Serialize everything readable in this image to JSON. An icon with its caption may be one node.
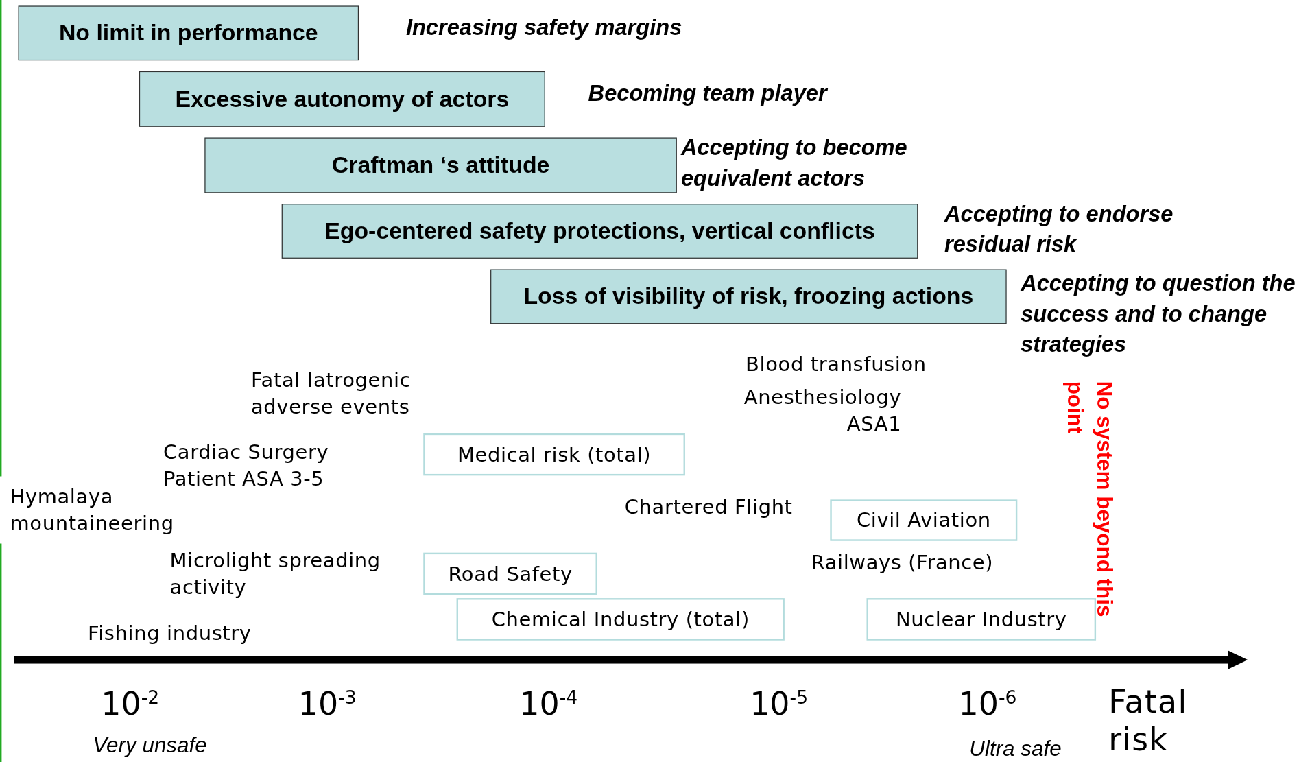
{
  "diagram": {
    "nodes": [
      {
        "text": [
          "No limit in performance"
        ]
      },
      {
        "text": [
          "Excessive autonomy of actors"
        ]
      },
      {
        "text": [
          "Craftman ‘s attitude"
        ]
      },
      {
        "text": [
          "Ego-centered safety protections, vertical conflicts"
        ]
      },
      {
        "text": [
          "Loss of visibility of risk, froozing actions"
        ]
      },
      {
        "text": [
          "Medical risk (total)"
        ]
      },
      {
        "text": [
          "Civil Aviation"
        ]
      },
      {
        "text": [
          "Road Safety"
        ]
      },
      {
        "text": [
          "Chemical Industry (total)"
        ]
      },
      {
        "text": [
          "Nuclear Industry"
        ]
      }
    ],
    "labels": [
      "Increasing safety margins",
      "Becoming team player",
      "Accepting to become equivalent actors",
      "Accepting to endorse residual risk",
      "Accepting to question the success and to change strategies",
      "Blood transfusion",
      "Fatal Iatrogenic adverse events",
      "Anesthesiology ASA1",
      "Cardiac Surgery Patient ASA 3-5",
      "No system beyond this point",
      "Hymalaya mountaineering",
      "Chartered Flight",
      "Microlight spreading activity",
      "Railways (France)",
      "Fishing industry",
      "10$^{-2}$",
      "10$^{-3}$",
      "10$^{-4}$",
      "10$^{-5}$",
      "10$^{-6}$",
      "Fatal risk",
      "Very unsafe",
      "Ultra safe"
    ]
  }
}
